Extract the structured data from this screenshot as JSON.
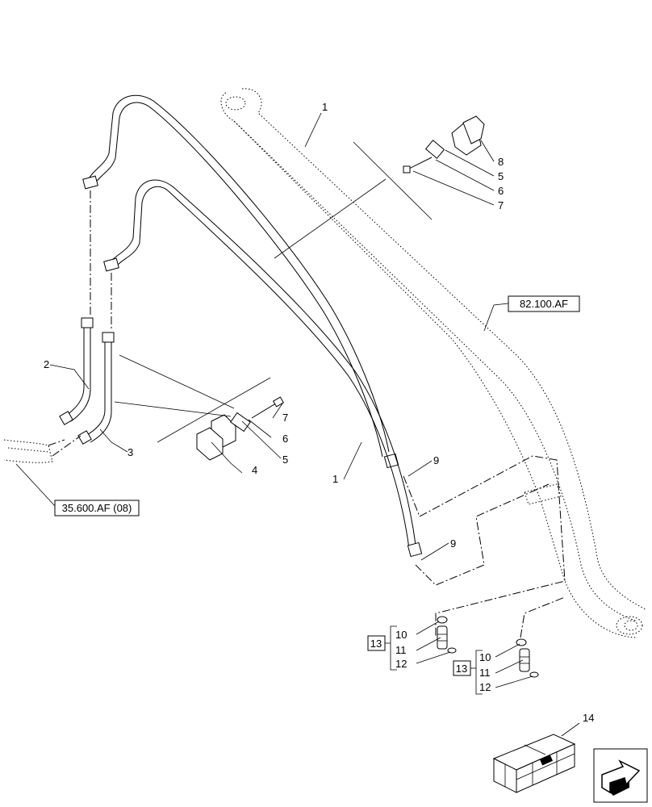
{
  "callouts": {
    "c1a": "1",
    "c1b": "1",
    "c2": "2",
    "c3": "3",
    "c4": "4",
    "c5a": "5",
    "c5b": "5",
    "c6a": "6",
    "c6b": "6",
    "c7a": "7",
    "c7b": "7",
    "c8": "8",
    "c9a": "9",
    "c9b": "9",
    "c10a": "10",
    "c10b": "10",
    "c11a": "11",
    "c11b": "11",
    "c12a": "12",
    "c12b": "12",
    "c13a": "13",
    "c13b": "13",
    "c14": "14"
  },
  "refs": {
    "hydraulic_ref": "82.100.AF",
    "valve_ref": "35.600.AF (08)"
  },
  "icons": {
    "kit": "kit-crate-icon",
    "nav": "next-page-arrow-icon"
  }
}
